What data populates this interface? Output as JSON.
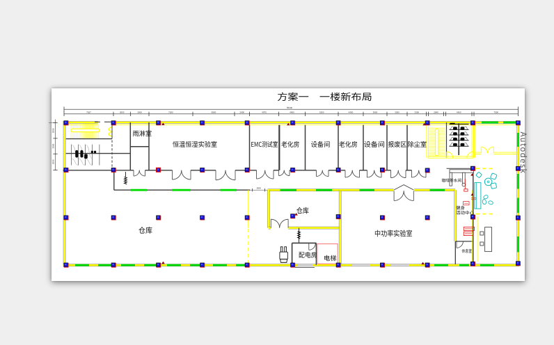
{
  "window": {
    "background_color": "#efefef",
    "sheet_color": "#ffffff"
  },
  "drawing": {
    "title": "方案一　一楼新布局",
    "watermark": "Autodesk",
    "colors": {
      "wall_yellow": "#ffff00",
      "dashed_green": "#00d800",
      "column_blue": "#1414cd",
      "accent_red": "#dd0f0f",
      "furniture_teal": "#00b2b4",
      "line_dark": "#3d3d3d"
    },
    "rooms": {
      "rain_room": "雨淋室",
      "thermal_lab": "恒温恒湿实验室",
      "emc_lab": "EMC测试室",
      "aging_room_1": "老化房",
      "equipment_room_1": "设备间",
      "aging_room_2": "老化房",
      "equipment_room_2": "设备间",
      "scrap_area": "报废区",
      "dust_room": "除尘室",
      "warehouse_big": "仓库",
      "warehouse_small": "仓库",
      "mid_power_lab": "中功率实验室",
      "power_room": "配电房",
      "elevator": "电梯",
      "coffee_room": "咖啡茶水间",
      "gym_line1": "健身",
      "gym_line2": "活动中心",
      "rest_room": "休息室"
    },
    "dimensions": {
      "overall": "59400",
      "top": [
        "7627",
        "3000",
        "3000",
        "7200",
        "6900",
        "2400",
        "4975",
        "4400",
        "5300",
        "4400",
        "3900",
        "3300",
        "3300",
        "2640",
        "4400",
        "7500"
      ],
      "left": [
        "2550",
        "2550",
        "2550"
      ],
      "passage": "1500"
    }
  }
}
